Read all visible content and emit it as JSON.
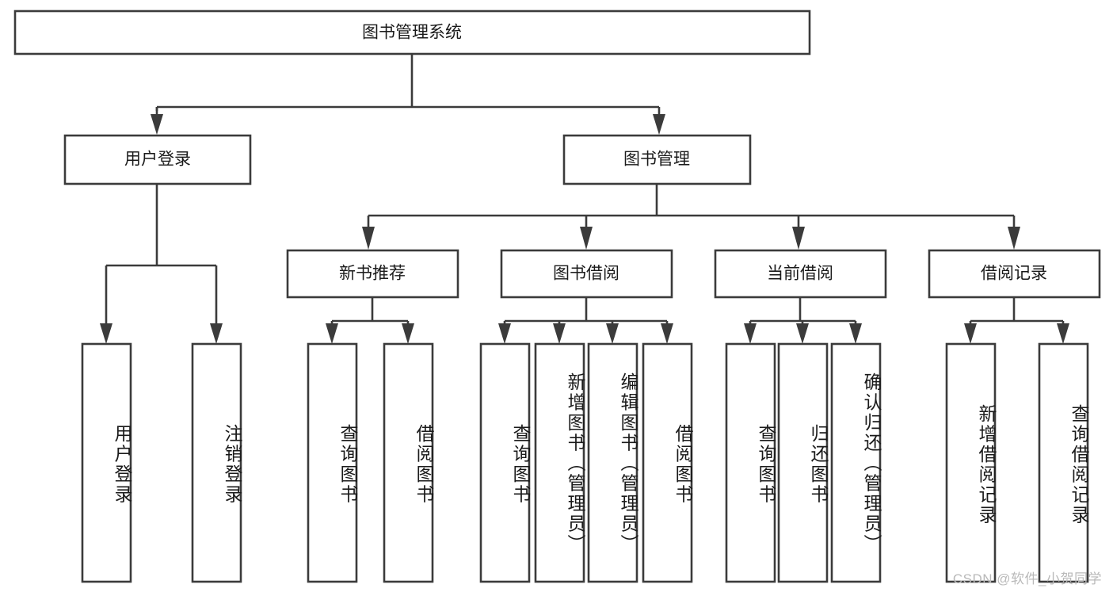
{
  "diagram": {
    "type": "tree-hierarchy",
    "title": "图书管理系统",
    "orientation": "top-down",
    "watermark": "CSDN @软件_小贺同学",
    "colors": {
      "box_stroke": "#3b3b3b",
      "box_fill": "#ffffff",
      "connector": "#3b3b3b",
      "text": "#1a1a1a",
      "background": "#ffffff",
      "watermark": "#b9b9b9"
    },
    "root": {
      "id": "root",
      "label": "图书管理系统",
      "level": 0
    },
    "level1": [
      {
        "id": "user-login",
        "label": "用户登录",
        "level": 1
      },
      {
        "id": "book-management",
        "label": "图书管理",
        "level": 1
      }
    ],
    "level2": [
      {
        "id": "new-book-recommend",
        "label": "新书推荐",
        "level": 2,
        "parent": "book-management"
      },
      {
        "id": "book-borrow",
        "label": "图书借阅",
        "level": 2,
        "parent": "book-management"
      },
      {
        "id": "current-borrow",
        "label": "当前借阅",
        "level": 2,
        "parent": "book-management"
      },
      {
        "id": "borrow-record",
        "label": "借阅记录",
        "level": 2,
        "parent": "book-management"
      }
    ],
    "leaves": [
      {
        "id": "leaf-user-login",
        "label": "用户登录",
        "parent": "user-login"
      },
      {
        "id": "leaf-user-logout",
        "label": "注销登录",
        "parent": "user-login"
      },
      {
        "id": "leaf-query-book-1",
        "label": "查询图书",
        "parent": "new-book-recommend"
      },
      {
        "id": "leaf-borrow-book-1",
        "label": "借阅图书",
        "parent": "new-book-recommend"
      },
      {
        "id": "leaf-query-book-2",
        "label": "查询图书",
        "parent": "book-borrow"
      },
      {
        "id": "leaf-add-book",
        "label": "新增图书（管理员）",
        "parent": "book-borrow"
      },
      {
        "id": "leaf-edit-book",
        "label": "编辑图书（管理员）",
        "parent": "book-borrow"
      },
      {
        "id": "leaf-borrow-book-2",
        "label": "借阅图书",
        "parent": "book-borrow"
      },
      {
        "id": "leaf-query-book-3",
        "label": "查询图书",
        "parent": "current-borrow"
      },
      {
        "id": "leaf-return-book",
        "label": "归还图书",
        "parent": "current-borrow"
      },
      {
        "id": "leaf-confirm-return",
        "label": "确认归还（管理员）",
        "parent": "current-borrow"
      },
      {
        "id": "leaf-add-record",
        "label": "新增借阅记录",
        "parent": "borrow-record"
      },
      {
        "id": "leaf-query-record",
        "label": "查询借阅记录",
        "parent": "borrow-record"
      }
    ]
  }
}
